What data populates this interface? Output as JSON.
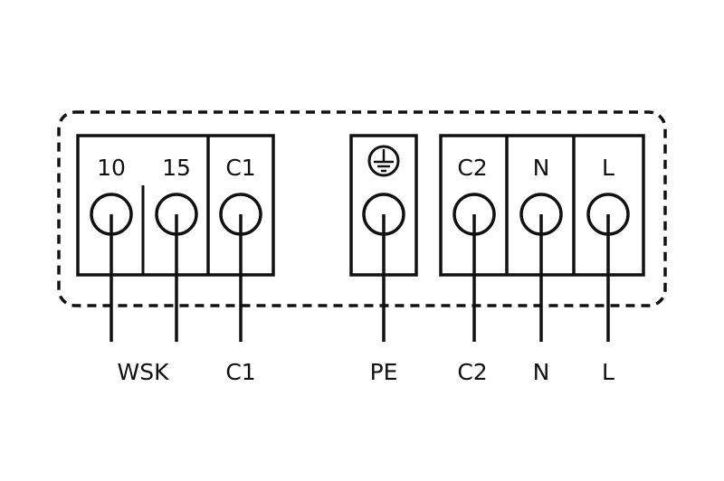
{
  "terminals": {
    "t10": "10",
    "t15": "15",
    "c1": "C1",
    "c2": "C2",
    "n": "N",
    "l": "L"
  },
  "ground_symbol": "earth-ground-icon",
  "wires": {
    "wsk": "WSK",
    "c1": "C1",
    "pe": "PE",
    "c2": "C2",
    "n": "N",
    "l": "L"
  },
  "colors": {
    "line": "#111111",
    "background": "#ffffff"
  }
}
